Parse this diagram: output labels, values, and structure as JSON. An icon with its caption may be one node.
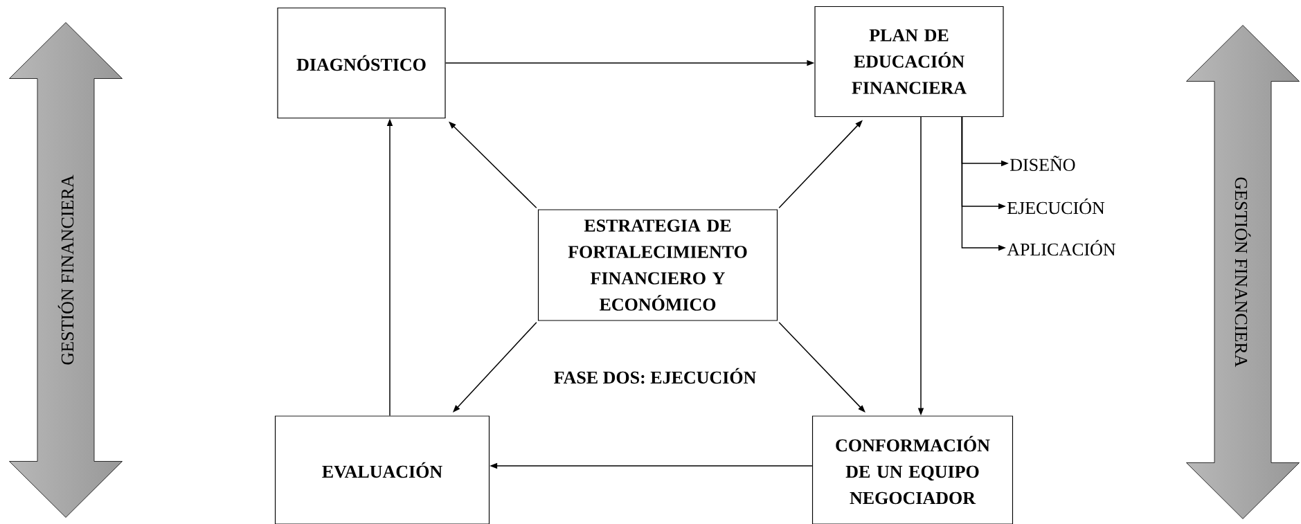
{
  "diagram": {
    "nodes": [
      {
        "text": [
          "GESTIÓN FINANCIERA"
        ]
      },
      {
        "text": [
          "DIAGNÓSTICO"
        ]
      },
      {
        "text": [
          "PLAN DE EDUCACIÓN FINANCIERA"
        ]
      },
      {
        "text": [
          "DISEÑO"
        ]
      },
      {
        "text": [
          "EJECUCIÓN"
        ]
      },
      {
        "text": [
          "APLICACIÓN"
        ]
      },
      {
        "text": [
          "ESTRATEGIA DE FORTALECIMIENTO FINANCIERO Y ECONÓMICO"
        ]
      },
      {
        "text": [
          "EVALUACIÓN"
        ]
      },
      {
        "text": [
          "CONFORMACIÓN DE UN EQUIPO NEGOCIADOR"
        ]
      },
      {
        "text": [
          "GESTIÓN FINANCIERA"
        ]
      }
    ],
    "edges": [
      {
        "from": 1,
        "to": 2,
        "arrow": "to"
      },
      {
        "from": 2,
        "to": 8,
        "arrow": "to"
      },
      {
        "from": 8,
        "to": 7,
        "arrow": "to"
      },
      {
        "from": 7,
        "to": 1,
        "arrow": "to"
      },
      {
        "from": 6,
        "to": 1,
        "arrow": "to"
      },
      {
        "from": 6,
        "to": 2,
        "arrow": "to"
      },
      {
        "from": 6,
        "to": 7,
        "arrow": "to"
      },
      {
        "from": 6,
        "to": 8,
        "arrow": "to"
      },
      {
        "from": 2,
        "to": 3,
        "arrow": "to"
      },
      {
        "from": 2,
        "to": 4,
        "arrow": "to"
      },
      {
        "from": 2,
        "to": 5,
        "arrow": "to"
      }
    ],
    "labels": [
      "FASE DOS: EJECUCIÓN"
    ]
  }
}
